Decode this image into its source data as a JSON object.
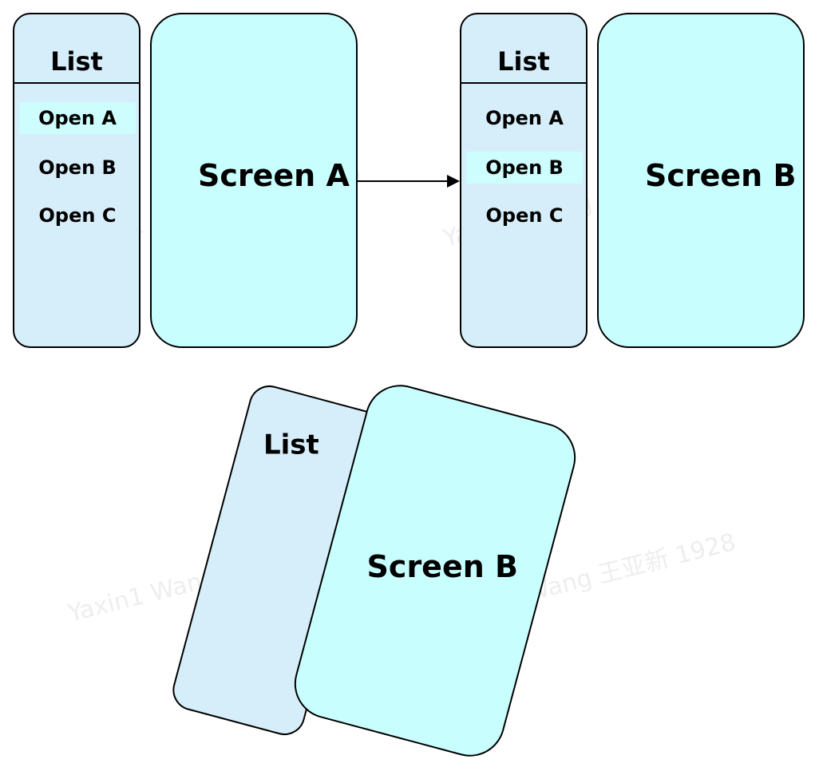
{
  "left_state": {
    "list": {
      "title": "List",
      "items": [
        {
          "label": "Open A",
          "selected": true
        },
        {
          "label": "Open B",
          "selected": false
        },
        {
          "label": "Open C",
          "selected": false
        }
      ]
    },
    "screen": {
      "title": "Screen A"
    }
  },
  "right_state": {
    "list": {
      "title": "List",
      "items": [
        {
          "label": "Open A",
          "selected": false
        },
        {
          "label": "Open B",
          "selected": true
        },
        {
          "label": "Open C",
          "selected": false
        }
      ]
    },
    "screen": {
      "title": "Screen B"
    }
  },
  "bottom_state": {
    "list": {
      "title": "List"
    },
    "screen": {
      "title": "Screen B"
    }
  },
  "watermark": "Yaxin1 Wang 王亚新 1928",
  "colors": {
    "list_bg": "#d6eefa",
    "screen_bg": "#c8fefe",
    "selected_bg": "#cdfdfd",
    "stroke": "#000000"
  }
}
